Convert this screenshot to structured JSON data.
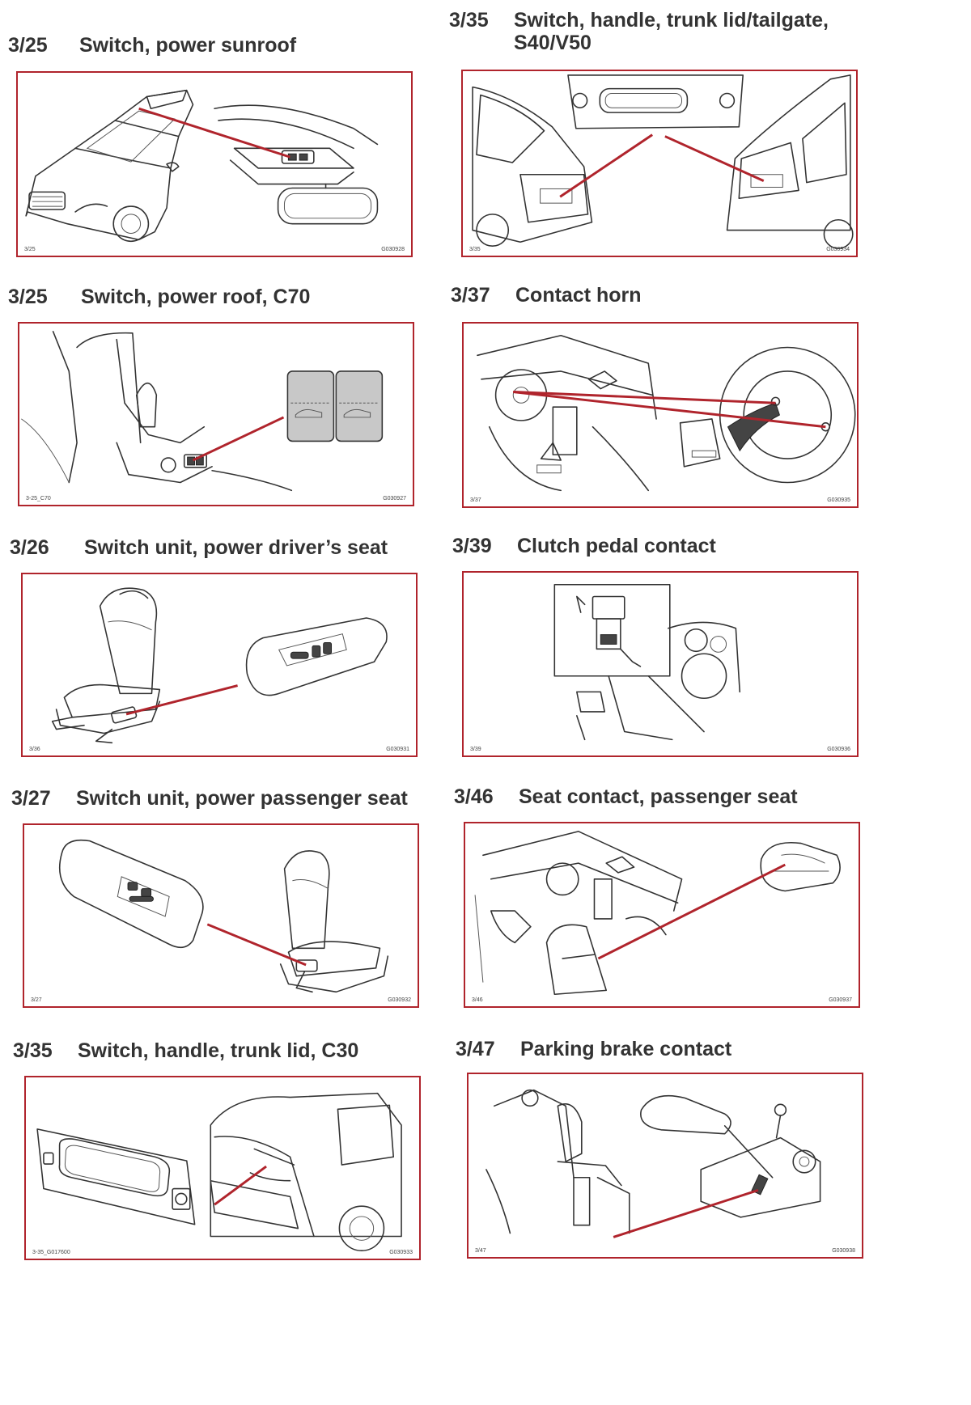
{
  "panels": [
    {
      "number": "3/25",
      "title_lines": [
        "Switch, power sunroof"
      ],
      "ref_left": "3/25",
      "ref_right": "G030928",
      "subject": "sunroof-switch"
    },
    {
      "number": "3/35",
      "title_lines": [
        "Switch, handle, trunk lid/tailgate,",
        "S40/V50"
      ],
      "ref_left": "3/35",
      "ref_right": "G030934",
      "subject": "trunk-tailgate-switch"
    },
    {
      "number": "3/25",
      "title_lines": [
        "Switch, power roof, C70"
      ],
      "ref_left": "3-25_C70",
      "ref_right": "G030927",
      "subject": "power-roof-switch"
    },
    {
      "number": "3/37",
      "title_lines": [
        "Contact horn"
      ],
      "ref_left": "3/37",
      "ref_right": "G030935",
      "subject": "contact-horn"
    },
    {
      "number": "3/26",
      "title_lines": [
        "Switch unit, power driver’s seat"
      ],
      "ref_left": "3/36",
      "ref_right": "G030931",
      "subject": "driver-seat-switch"
    },
    {
      "number": "3/39",
      "title_lines": [
        "Clutch pedal contact"
      ],
      "ref_left": "3/39",
      "ref_right": "G030936",
      "subject": "clutch-pedal-contact"
    },
    {
      "number": "3/27",
      "title_lines": [
        "Switch unit, power passenger seat"
      ],
      "ref_left": "3/27",
      "ref_right": "G030932",
      "subject": "passenger-seat-switch"
    },
    {
      "number": "3/46",
      "title_lines": [
        "Seat contact, passenger seat"
      ],
      "ref_left": "3/46",
      "ref_right": "G030937",
      "subject": "passenger-seat-contact"
    },
    {
      "number": "3/35",
      "title_lines": [
        "Switch, handle, trunk lid, C30"
      ],
      "ref_left": "3-35_G017600",
      "ref_right": "G030933",
      "subject": "trunk-lid-c30-switch"
    },
    {
      "number": "3/47",
      "title_lines": [
        "Parking brake contact"
      ],
      "ref_left": "3/47",
      "ref_right": "G030938",
      "subject": "parking-brake-contact"
    }
  ],
  "colors": {
    "frame": "#b0242c",
    "leader": "#b0242c",
    "ink": "#333333"
  }
}
